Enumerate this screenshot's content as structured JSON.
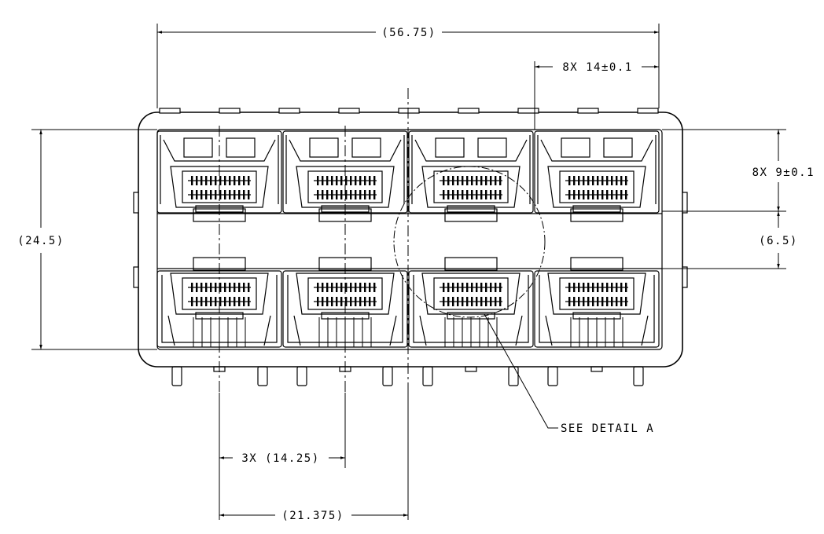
{
  "drawing": {
    "dimensions": {
      "overall_width": "(56.75)",
      "pitch": "8X 14±0.1",
      "overall_height": "(24.5)",
      "port_height": "8X 9±0.1",
      "gap_height": "(6.5)",
      "port_pitch": "3X (14.25)",
      "center_offset": "(21.375)"
    },
    "callout": "SEE DETAIL  A"
  }
}
